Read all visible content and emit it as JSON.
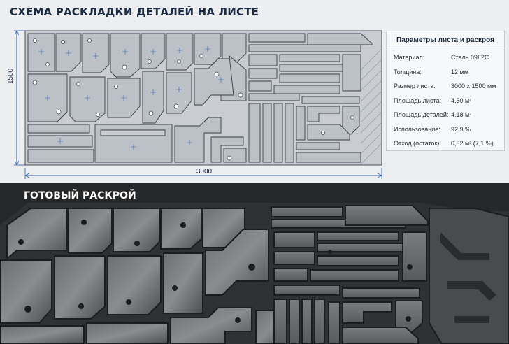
{
  "scheme_title": "СХЕМА РАСКЛАДКИ ДЕТАЛЕЙ НА ЛИСТЕ",
  "sheet_height_label": "1500",
  "sheet_width_label": "3000",
  "params": {
    "title": "Параметры листа и раскроя",
    "rows": [
      {
        "label": "Материал:",
        "value": "Сталь 09Г2С"
      },
      {
        "label": "Толщина:",
        "value": "12 мм"
      },
      {
        "label": "Размер листа:",
        "value": "3000 х 1500 мм"
      },
      {
        "label": "Площадь листа:",
        "value": "4,50 м²"
      },
      {
        "label": "Площадь деталей:",
        "value": "4,18 м²"
      },
      {
        "label": "Использование:",
        "value": "92,9 %"
      },
      {
        "label": "Отход (остаток):",
        "value": "0,32 м²  (7,1 %)"
      }
    ]
  },
  "photo_title": "ГОТОВЫЙ РАСКРОЙ",
  "colors": {
    "accent": "#2f5fa8",
    "sheet_fill": "#cdd1d6",
    "part_stroke": "#3a3f46",
    "photo_bg": "#2a2b2c"
  }
}
